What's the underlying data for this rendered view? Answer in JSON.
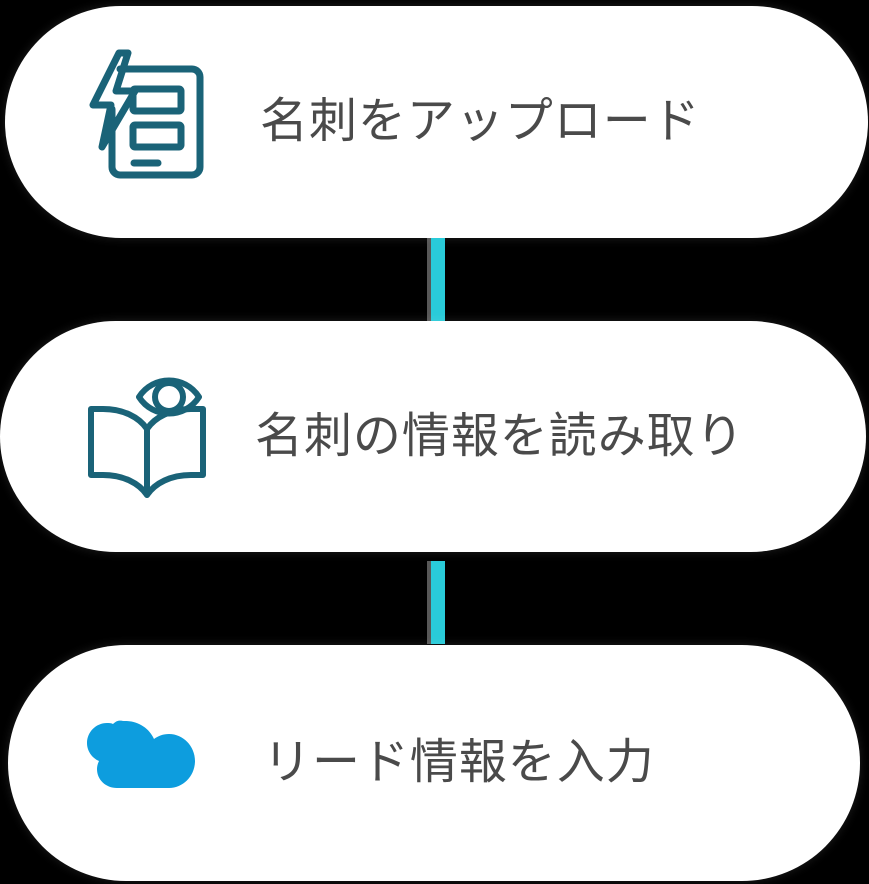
{
  "flow": {
    "background_color": "#000000",
    "card_background": "#ffffff",
    "label_color": "#4a4a4a",
    "connector_color": "#29cbd9",
    "icon_stroke_color": "#1a6378",
    "cloud_color": "#0d9dde",
    "steps": [
      {
        "id": "step-1",
        "label": "名刺をアップロード",
        "icon": "business-card-upload-icon"
      },
      {
        "id": "step-2",
        "label": "名刺の情報を読み取り",
        "icon": "book-eye-scan-icon"
      },
      {
        "id": "step-3",
        "label": "リード情報を入力",
        "icon": "cloud-icon"
      }
    ],
    "connectors": [
      {
        "id": "connector-1",
        "color": "#29cbd9"
      },
      {
        "id": "connector-2",
        "color": "#29cbd9"
      }
    ]
  }
}
